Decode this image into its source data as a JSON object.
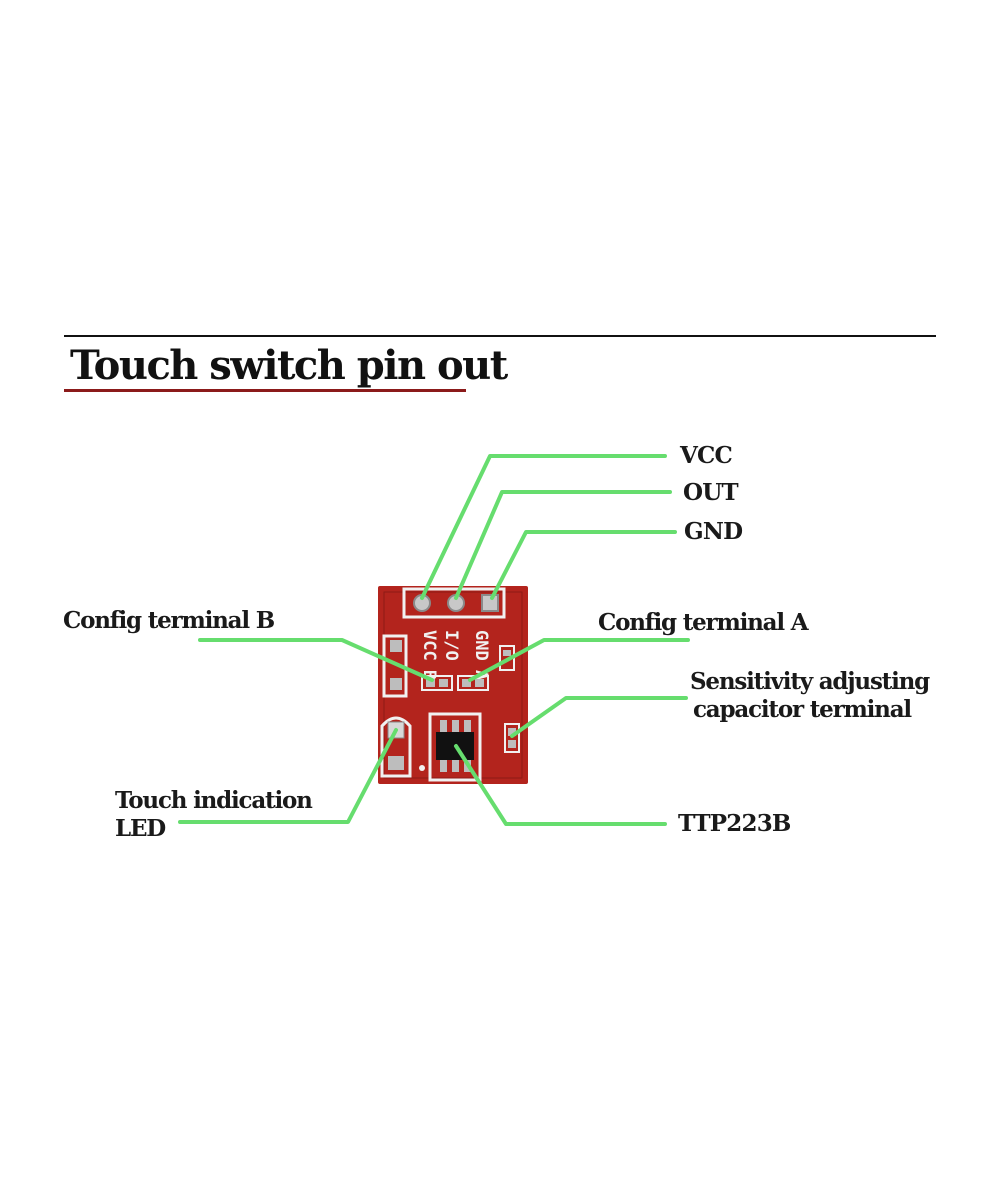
{
  "title": "Touch switch pin out",
  "board": {
    "silkscreen": {
      "gnd": "GND",
      "io": "I/O",
      "vcc": "VCC",
      "b": "B",
      "a": "A"
    }
  },
  "callouts": {
    "vcc": "VCC",
    "out": "OUT",
    "gnd": "GND",
    "config_b": "Config terminal B",
    "config_a": "Config terminal A",
    "sensitivity_line1": "Sensitivity adjusting",
    "sensitivity_line2": "capacitor terminal",
    "led_line1": "Touch indication",
    "led_line2": "LED",
    "ttp223b": "TTP223B"
  },
  "colors": {
    "leader": "#66dd6e",
    "pcb": "#b3241d",
    "silkscreen": "#f1f1f1",
    "pad": "#bdbdbd",
    "chip": "#111111"
  }
}
